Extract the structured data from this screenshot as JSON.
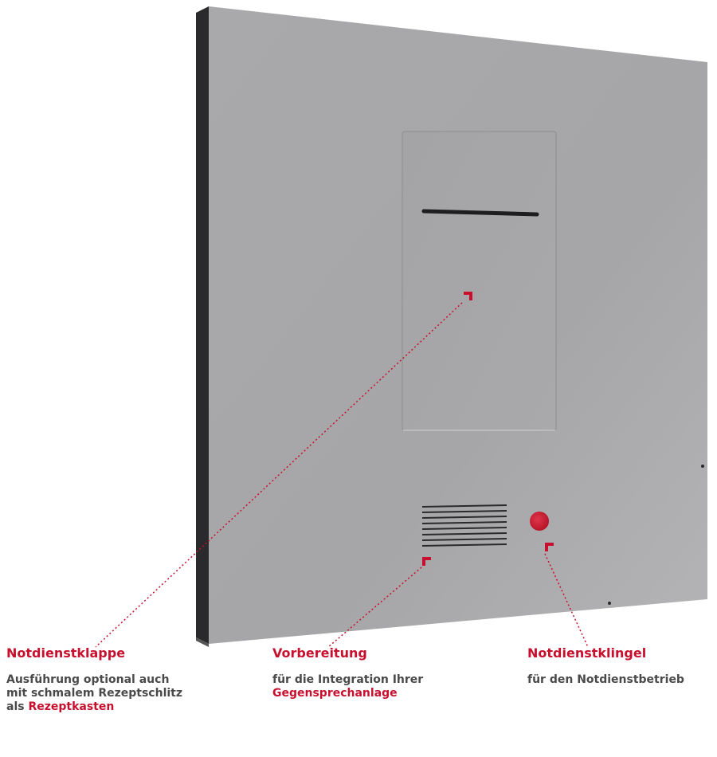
{
  "colors": {
    "accent": "#c8102e",
    "panel": "#a7a7a9",
    "text": "#4a4a4a"
  },
  "callouts": [
    {
      "title": "Notdienstklappe",
      "lines": [
        "Ausführung optional auch",
        "mit schmalem Rezeptschlitz"
      ],
      "last_prefix": "als ",
      "last_emphasis": "Rezeptkasten"
    },
    {
      "title": "Vorbereitung",
      "lines": [
        "für die Integration Ihrer"
      ],
      "last_prefix": "",
      "last_emphasis": "Gegensprechanlage"
    },
    {
      "title": "Notdienstklingel",
      "lines": [
        "für den Notdienstbetrieb"
      ]
    }
  ]
}
